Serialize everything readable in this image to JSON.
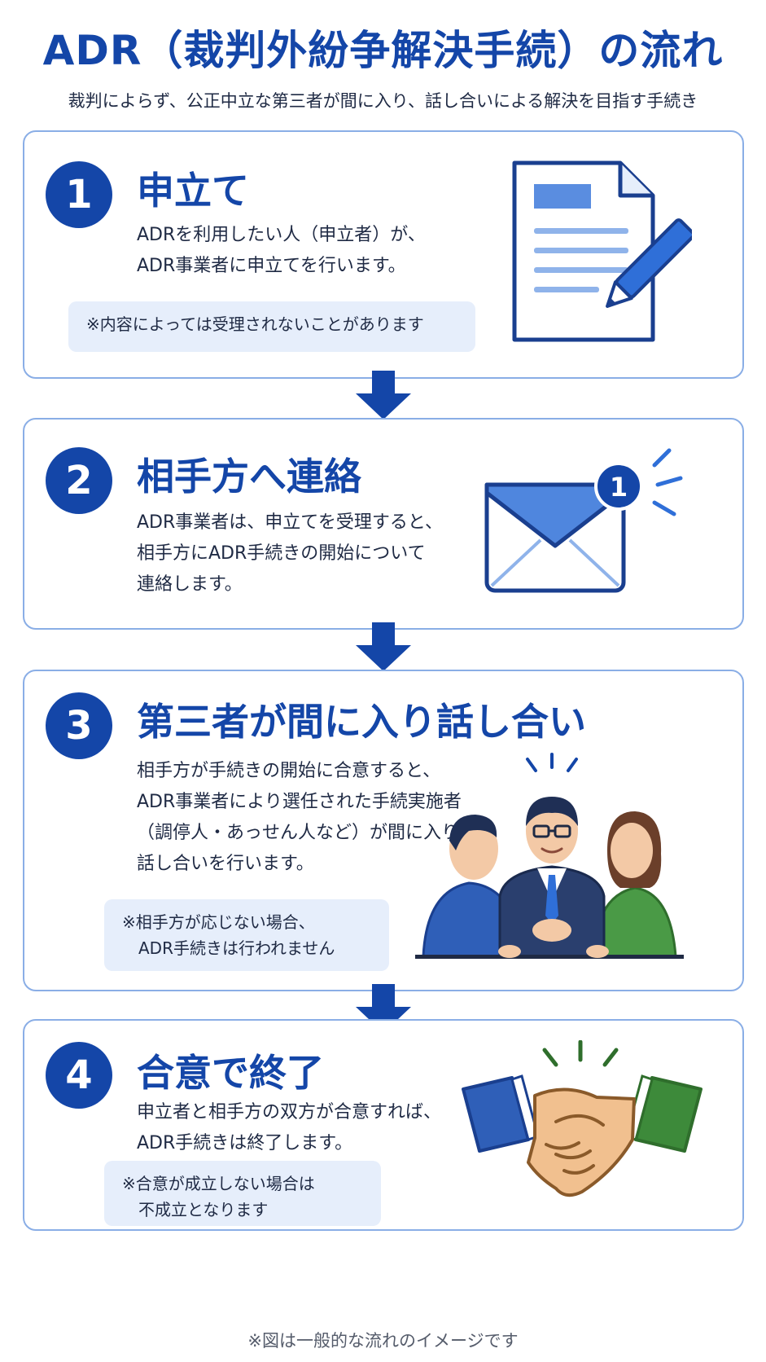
{
  "header": {
    "title": "ADR（裁判外紛争解決手続）の流れ",
    "subtitle": "裁判によらず、公正中立な第三者が間に入り、話し合いによる解決を目指す手続き"
  },
  "steps": [
    {
      "number": "1",
      "title": "申立て",
      "body": "ADRを利用したい人（申立者）が、\nADR事業者に申立てを行います。",
      "note": "※内容によっては受理されないことがあります",
      "icon": "document-pen-icon"
    },
    {
      "number": "2",
      "title": "相手方へ連絡",
      "body": "ADR事業者は、申立てを受理すると、\n相手方にADR手続きの開始について\n連絡します。",
      "badge": "1",
      "icon": "envelope-notification-icon"
    },
    {
      "number": "3",
      "title": "第三者が間に入り話し合い",
      "body": "相手方が手続きの開始に合意すると、\nADR事業者により選任された手続実施者\n（調停人・あっせん人など）が間に入り、\n話し合いを行います。",
      "note": "※相手方が応じない場合、\n　ADR手続きは行われません",
      "icon": "mediation-meeting-icon"
    },
    {
      "number": "4",
      "title": "合意で終了",
      "body": "申立者と相手方の双方が合意すれば、\nADR手続きは終了します。",
      "note": "※合意が成立しない場合は\n　不成立となります",
      "icon": "handshake-icon"
    }
  ],
  "footer": "※図は一般的な流れのイメージです",
  "colors": {
    "primary": "#1446a8",
    "border": "#8aaee6",
    "note_bg": "#e6eefb",
    "green": "#3d8a3a"
  }
}
